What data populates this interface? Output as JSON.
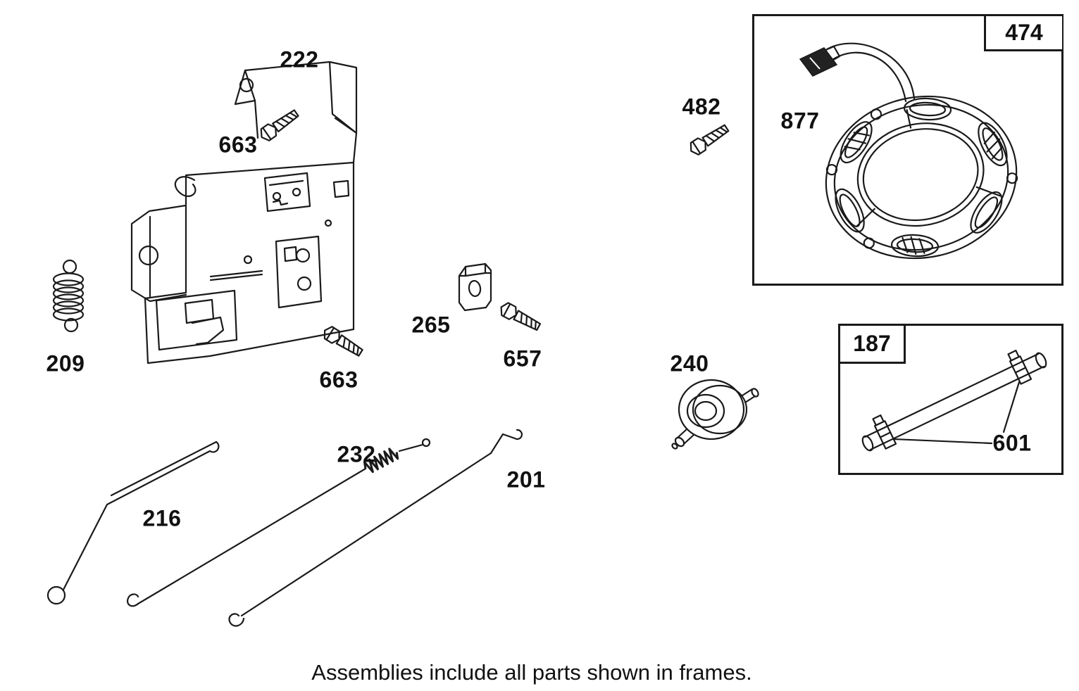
{
  "caption": "Assemblies include all parts shown in frames.",
  "colors": {
    "line": "#1a1a1a",
    "background": "#ffffff"
  },
  "labels": {
    "l222": "222",
    "l663a": "663",
    "l663b": "663",
    "l209": "209",
    "l265": "265",
    "l657": "657",
    "l232": "232",
    "l216": "216",
    "l201": "201",
    "l240": "240",
    "l482": "482",
    "l877": "877",
    "l601": "601",
    "frame474": "474",
    "frame187": "187"
  },
  "frames": [
    {
      "label": "474"
    },
    {
      "label": "187"
    }
  ]
}
